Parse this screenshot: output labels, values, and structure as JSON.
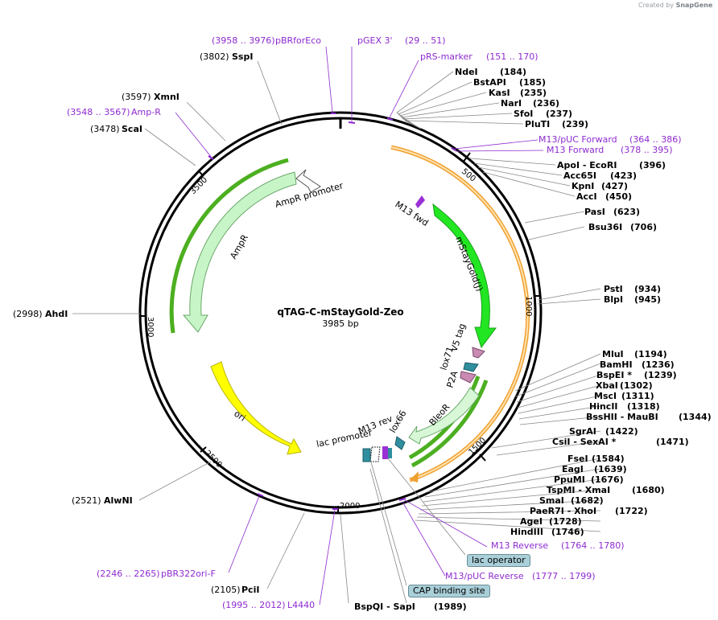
{
  "header": {
    "credit_prefix": "Created by",
    "credit_brand": "SnapGene"
  },
  "plasmid": {
    "name": "qTAG-C-mStayGold-Zeo",
    "length": "3985 bp"
  },
  "ticks": [
    "500",
    "1000",
    "1500",
    "2000",
    "2500",
    "3000",
    "3500"
  ],
  "enzymes": [
    {
      "name": "NdeI",
      "pos": "(184)"
    },
    {
      "name": "BstAPI",
      "pos": "(185)"
    },
    {
      "name": "KasI",
      "pos": "(235)"
    },
    {
      "name": "NarI",
      "pos": "(236)"
    },
    {
      "name": "SfoI",
      "pos": "(237)"
    },
    {
      "name": "PluTI",
      "pos": "(239)"
    },
    {
      "name": "ApoI - EcoRI",
      "pos": "(396)"
    },
    {
      "name": "Acc65I",
      "pos": "(423)"
    },
    {
      "name": "KpnI",
      "pos": "(427)"
    },
    {
      "name": "AccI",
      "pos": "(450)"
    },
    {
      "name": "PasI",
      "pos": "(623)"
    },
    {
      "name": "Bsu36I",
      "pos": "(706)"
    },
    {
      "name": "PstI",
      "pos": "(934)"
    },
    {
      "name": "BlpI",
      "pos": "(945)"
    },
    {
      "name": "MluI",
      "pos": "(1194)"
    },
    {
      "name": "BamHI",
      "pos": "(1236)"
    },
    {
      "name": "BspEI *",
      "pos": "(1239)"
    },
    {
      "name": "XbaI",
      "pos": "(1302)"
    },
    {
      "name": "MscI",
      "pos": "(1311)"
    },
    {
      "name": "HincII",
      "pos": "(1318)"
    },
    {
      "name": "BssHII - MauBI",
      "pos": "(1344)"
    },
    {
      "name": "SgrAI",
      "pos": "(1422)"
    },
    {
      "name": "CsiI - SexAI *",
      "pos": "(1471)"
    },
    {
      "name": "FseI",
      "pos": "(1584)"
    },
    {
      "name": "EagI",
      "pos": "(1639)"
    },
    {
      "name": "PpuMI",
      "pos": "(1676)"
    },
    {
      "name": "TspMI - XmaI",
      "pos": "(1680)"
    },
    {
      "name": "SmaI",
      "pos": "(1682)"
    },
    {
      "name": "PaeR7I - XhoI",
      "pos": "(1722)"
    },
    {
      "name": "AgeI",
      "pos": "(1728)"
    },
    {
      "name": "HindIII",
      "pos": "(1746)"
    },
    {
      "name": "BspQI - SapI",
      "pos": "(1989)"
    },
    {
      "name": "PciI",
      "pos": "(2105)"
    },
    {
      "name": "AlwNI",
      "pos": "(2521)"
    },
    {
      "name": "AhdI",
      "pos": "(2998)"
    },
    {
      "name": "ScaI",
      "pos": "(3478)"
    },
    {
      "name": "XmnI",
      "pos": "(3597)"
    },
    {
      "name": "SspI",
      "pos": "(3802)"
    }
  ],
  "primers": [
    {
      "name": "pBRforEco",
      "range": "(3958 .. 3976)"
    },
    {
      "name": "pGEX 3'",
      "range": "(29 .. 51)"
    },
    {
      "name": "pRS-marker",
      "range": "(151 .. 170)"
    },
    {
      "name": "M13/pUC Forward",
      "range": "(364 .. 386)"
    },
    {
      "name": "M13 Forward",
      "range": "(378 .. 395)"
    },
    {
      "name": "M13 Reverse",
      "range": "(1764 .. 1780)"
    },
    {
      "name": "M13/pUC Reverse",
      "range": "(1777 .. 1799)"
    },
    {
      "name": "pBR322ori-F",
      "range": "(2246 .. 2265)"
    },
    {
      "name": "L4440",
      "range": "(1995 .. 2012)"
    },
    {
      "name": "Amp-R",
      "range": "(3548 .. 3567)"
    }
  ],
  "features": {
    "ampr": "AmpR",
    "ampr_promoter": "AmpR promoter",
    "ori": "ori",
    "m13_fwd": "M13 fwd",
    "mstaygold": "mStayGold(J)",
    "v5_tag": "V5 tag",
    "lox71": "lox71",
    "p2a": "P2A",
    "bleor": "BleoR",
    "lox66": "lox66",
    "m13_rev": "M13 rev",
    "lac_promoter": "lac promoter",
    "lac_operator": "lac operator",
    "cap_binding_site": "CAP binding site"
  },
  "colors": {
    "backbone": "#000000",
    "primer": "#8e2bd0",
    "mstaygold": "#22e622",
    "ampr": "#c8f5c8",
    "ori": "#ffff00",
    "orange_feature": "#f0a030",
    "green_feature": "#4caf20",
    "regulatory": "#2f8f9f",
    "tag": "#c98ab3",
    "badge": "#a9cfd8"
  }
}
